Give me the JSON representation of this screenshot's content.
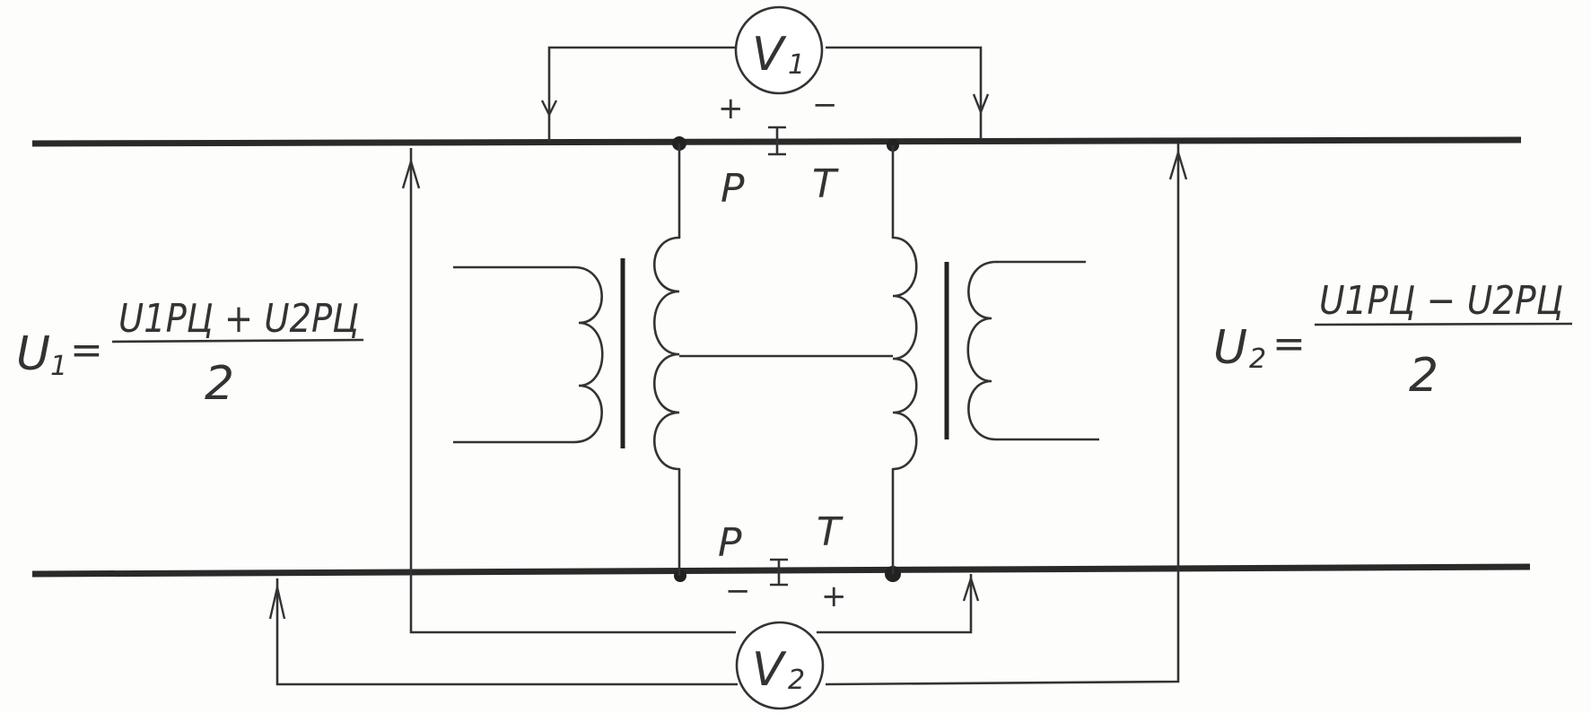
{
  "meters": {
    "v1": {
      "letter": "V",
      "index": "1"
    },
    "v2": {
      "letter": "V",
      "index": "2"
    }
  },
  "junction_top": {
    "left_letter": "P",
    "right_letter": "T",
    "plus": "+",
    "minus": "−"
  },
  "junction_bottom": {
    "left_letter": "P",
    "right_letter": "T",
    "plus": "+",
    "minus": "−"
  },
  "formula_left": {
    "lhs_letter": "U",
    "lhs_index": "1",
    "eq": "=",
    "numerator": "U1РЦ + U2РЦ",
    "denominator": "2"
  },
  "formula_right": {
    "lhs_letter": "U",
    "lhs_index": "2",
    "eq": "=",
    "numerator": "U1РЦ − U2РЦ",
    "denominator": "2"
  }
}
